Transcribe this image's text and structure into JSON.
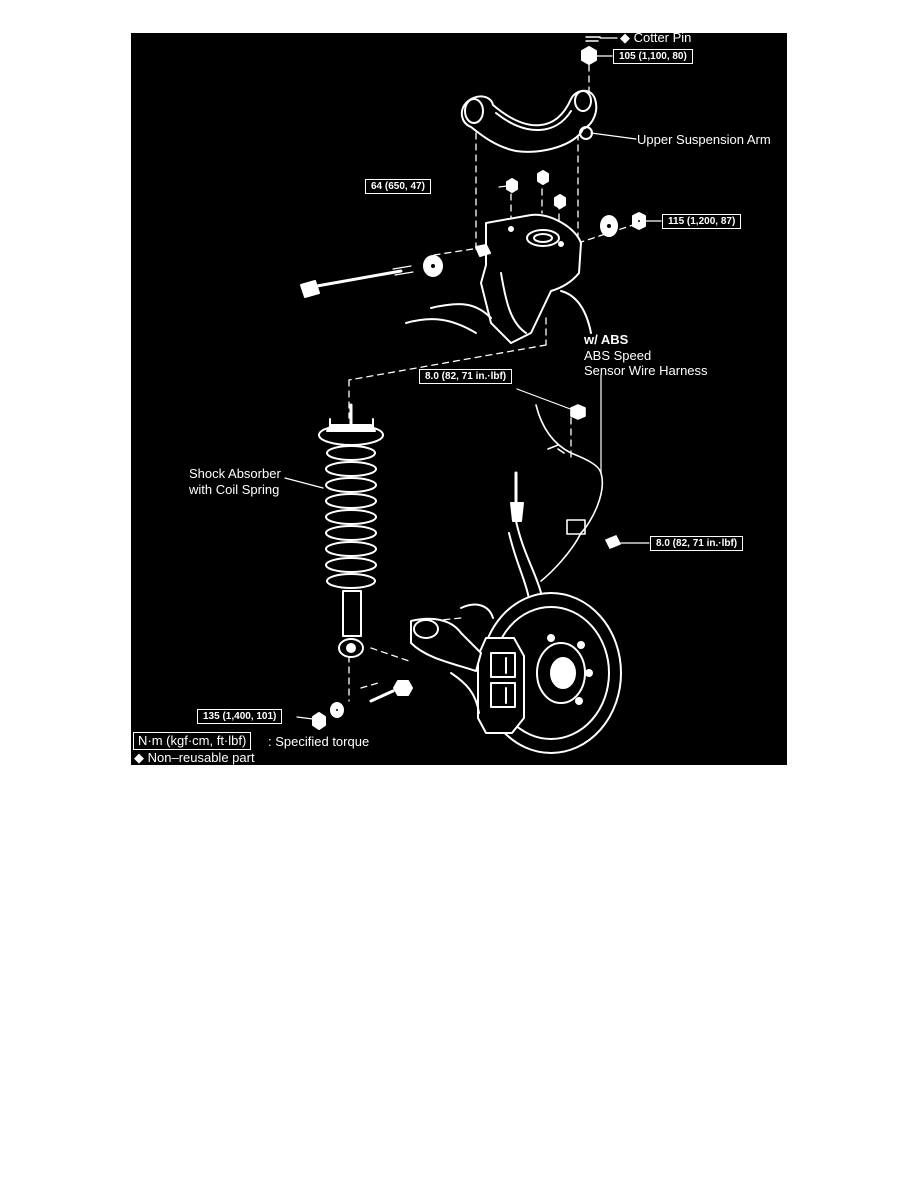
{
  "labels": {
    "cotter_pin": "◆ Cotter Pin",
    "upper_arm": "Upper Suspension Arm",
    "abs_title": "w/ ABS",
    "abs_line1": "ABS Speed",
    "abs_line2": "Sensor Wire Harness",
    "shock_line1": "Shock Absorber",
    "shock_line2": "with Coil Spring"
  },
  "torques": {
    "arm_nut": "105 (1,100, 80)",
    "mount_nuts": "64 (650, 47)",
    "pivot_nut": "115 (1,200, 87)",
    "sensor_upper": "8.0 (82, 71 in.·lbf)",
    "sensor_lower": "8.0 (82, 71 in.·lbf)",
    "shock_lower": "135 (1,400, 101)"
  },
  "legend": {
    "unit_box": "N·m (kgf·cm, ft·lbf)",
    "unit_text": ": Specified torque",
    "non_reusable": "◆ Non–reusable part"
  },
  "colors": {
    "background": "#000000",
    "ink": "#ffffff"
  }
}
